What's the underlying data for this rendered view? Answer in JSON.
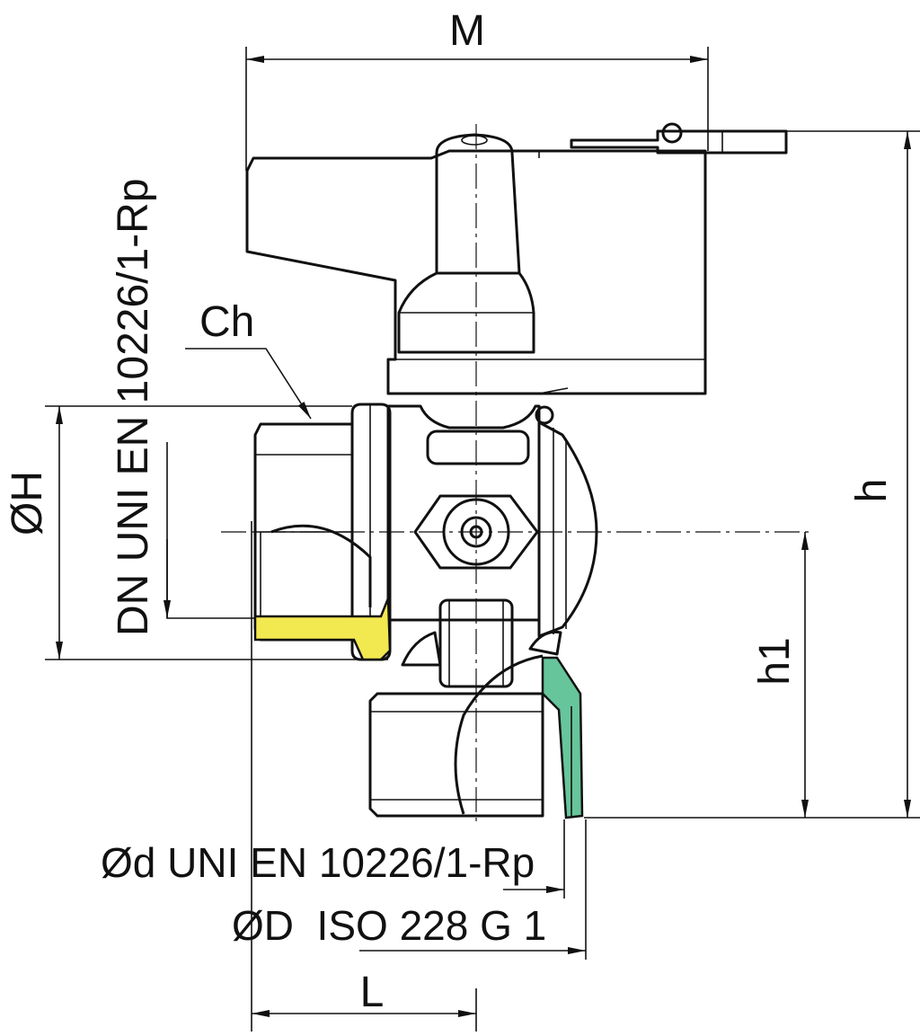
{
  "labels": {
    "M": "M",
    "h": "h",
    "h1": "h1",
    "Ch": "Ch",
    "OH": "ØH",
    "L": "L",
    "dn_spec": "DN UNI EN 10226/1-Rp",
    "d_spec": "Ød UNI EN 10226/1-Rp",
    "D_spec": "ØD  ISO 228 G 1"
  },
  "colors": {
    "line": "#111111",
    "yellow_seal": "#f2e84f",
    "green_seal": "#67c59b"
  }
}
